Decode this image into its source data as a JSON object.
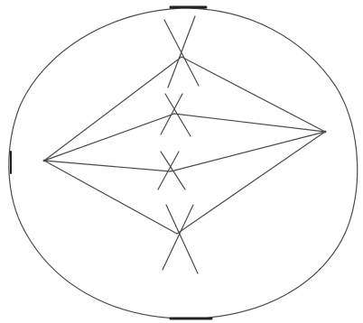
{
  "figure": {
    "subject": "cell-division-spindle-sketch",
    "colors": {
      "background": "#ffffff",
      "line": "#4a4a4a",
      "dark_mark": "#222222"
    },
    "parts": {
      "cell": "cell-outline",
      "left_pole": "left-spindle-pole",
      "right_pole": "right-spindle-pole",
      "spindle": "spindle-fibers",
      "chromosomes": "x-shaped-chromosomes",
      "chromosome_count": 4
    }
  }
}
